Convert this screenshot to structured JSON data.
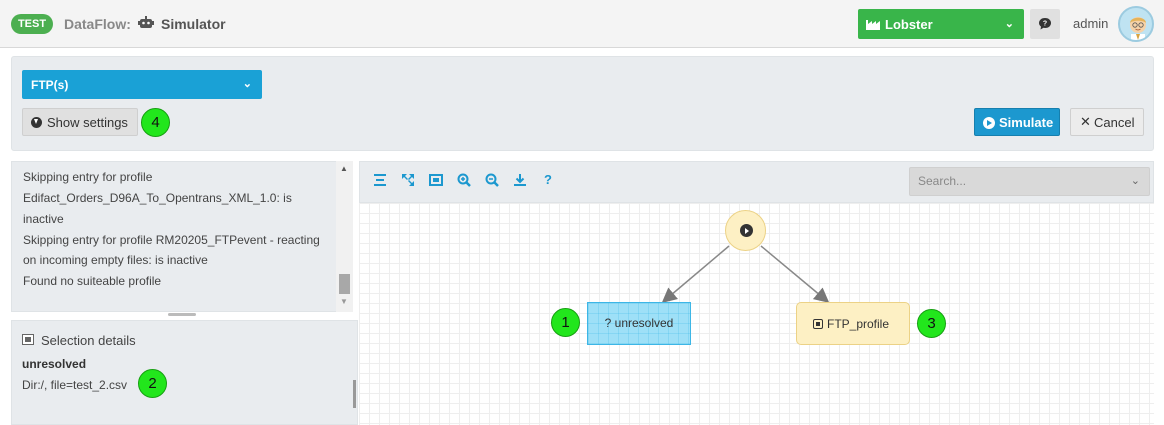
{
  "header": {
    "env_badge": "TEST",
    "app_name": "DataFlow:",
    "page_title": "Simulator",
    "environment_select": "Lobster",
    "user": "admin"
  },
  "toolbar": {
    "source_select": "FTP(s)",
    "show_settings_label": "Show settings",
    "simulate_label": "Simulate",
    "cancel_label": "Cancel"
  },
  "log": {
    "lines": [
      "Skipping entry for profile",
      "Edifact_Orders_D96A_To_Opentrans_XML_1.0: is",
      "inactive",
      "Skipping entry for profile RM20205_FTPevent - reacting",
      "on incoming empty files: is inactive",
      "Found no suiteable profile"
    ]
  },
  "details": {
    "title": "Selection details",
    "name": "unresolved",
    "path": "Dir:/, file=test_2.csv"
  },
  "graph": {
    "tools": [
      "align-icon",
      "expand-icon",
      "fit-icon",
      "zoom-in-icon",
      "zoom-out-icon",
      "download-icon",
      "help-icon"
    ],
    "help_label": "?",
    "search_placeholder": "Search...",
    "node_unresolved": "? unresolved",
    "node_profile": "FTP_profile"
  },
  "callouts": [
    "1",
    "2",
    "3",
    "4"
  ],
  "colors": {
    "badge": "#4caf50",
    "environment": "#39b54a",
    "primary": "#1c98cf",
    "callout": "#22e61c",
    "node_unresolved": "#9ee0f7",
    "node_profile": "#fdf0c4"
  }
}
